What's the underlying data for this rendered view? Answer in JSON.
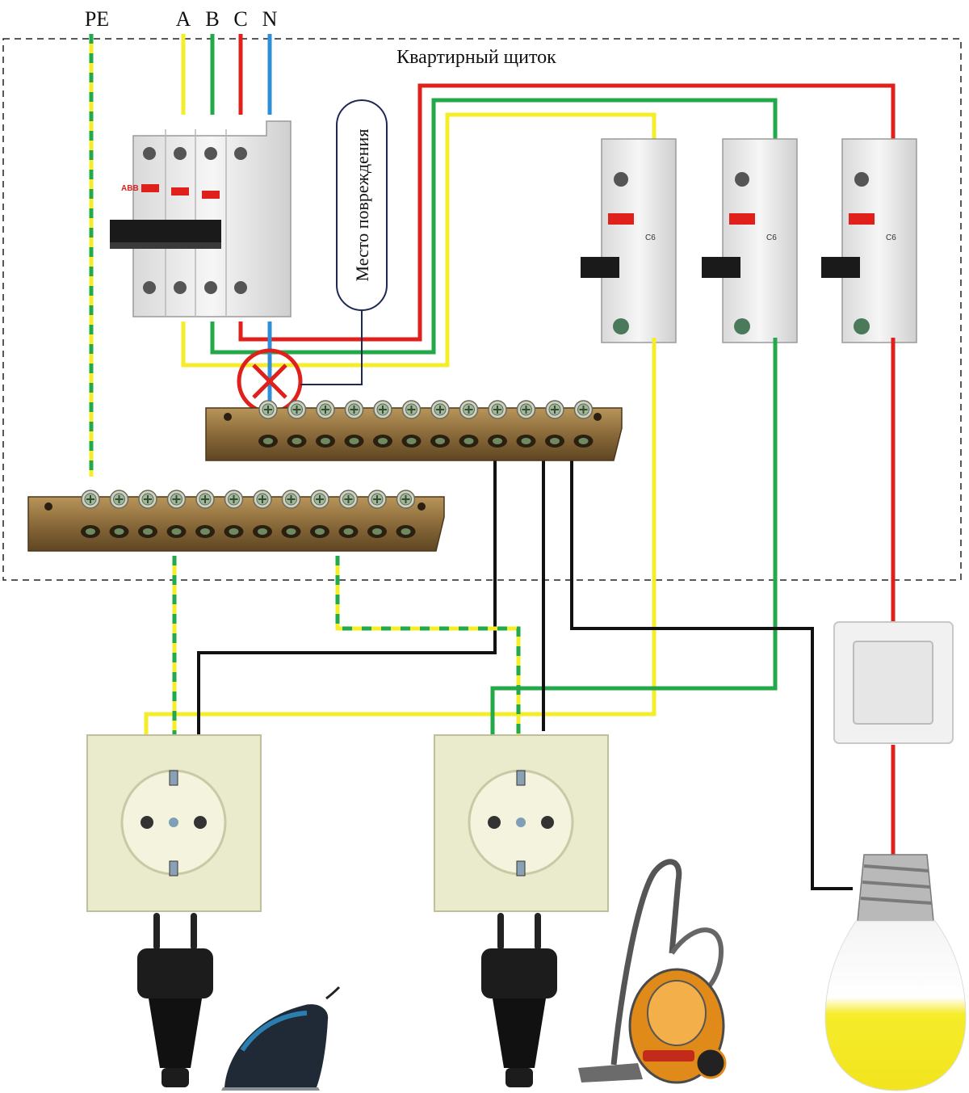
{
  "title": "Квартирный щиток",
  "damage_label": "Место повреждения",
  "phases": [
    {
      "id": "PE",
      "label": "PE"
    },
    {
      "id": "A",
      "label": "A"
    },
    {
      "id": "B",
      "label": "B"
    },
    {
      "id": "C",
      "label": "C"
    },
    {
      "id": "N",
      "label": "N"
    }
  ],
  "breaker_brand": "ABB",
  "breaker_rating": "C6",
  "colors": {
    "phase_a": "#f5ec2a",
    "phase_b": "#23a84a",
    "phase_c": "#e0201b",
    "neutral": "#2e8fd8",
    "pe_yellow": "#f5ec2a",
    "pe_green": "#23a84a",
    "load_neutral": "#111111",
    "bus_bar": "#8a6a3a",
    "fault_marker": "#e0201b"
  },
  "icons": [
    "four-pole-breaker-icon",
    "single-pole-breaker-icon",
    "bus-bar-icon",
    "fault-cross-icon",
    "socket-icon",
    "plug-icon",
    "iron-icon",
    "vacuum-cleaner-icon",
    "light-switch-icon",
    "light-bulb-icon"
  ]
}
